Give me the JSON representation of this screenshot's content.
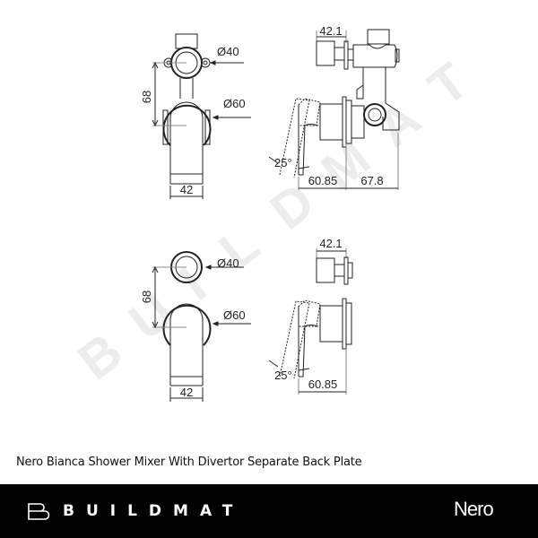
{
  "watermark": {
    "text": "BUILDMAT",
    "letters": [
      "B",
      "U",
      "I",
      "L",
      "D",
      "M",
      "A",
      "T"
    ],
    "color": "#ececec"
  },
  "drawings": {
    "top_front": {
      "diameter_small": "Ø40",
      "diameter_large": "Ø60",
      "height": "68",
      "width": "42"
    },
    "top_side": {
      "depth_plate": "42.1",
      "angle": "25°",
      "depth_lever": "60.85",
      "depth_body": "67.8"
    },
    "bottom_front": {
      "diameter_small": "Ø40",
      "diameter_large": "Ø60",
      "height": "68",
      "width": "42"
    },
    "bottom_side": {
      "depth_plate": "42.1",
      "angle": "25°",
      "depth_lever": "60.85"
    }
  },
  "product_title": "Nero Bianca Shower Mixer With Divertor Separate Back Plate",
  "footer": {
    "brand_name": "BUILDMAT",
    "partner_logo": "Nero",
    "background": "#000000",
    "text_color": "#ffffff"
  }
}
